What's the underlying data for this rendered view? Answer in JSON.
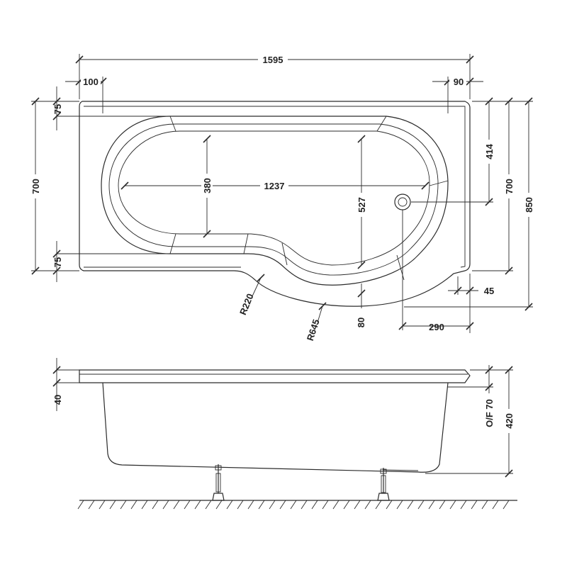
{
  "plan_view": {
    "overall_length": "1595",
    "left_rim": "100",
    "right_rim": "90",
    "top_rim": "75",
    "bottom_rim": "75",
    "narrow_width": "700",
    "inner_width": "380",
    "inner_length": "1237",
    "basin_depth": "527",
    "right_upper": "414",
    "right_width": "700",
    "overall_width": "850",
    "return_offset": "45",
    "waste_offset": "290",
    "bottom_rim_curve": "80",
    "radius_small": "R220",
    "radius_large": "R645"
  },
  "elevation_view": {
    "rim_height": "40",
    "overflow": "O/F 70",
    "overall_height": "420"
  }
}
